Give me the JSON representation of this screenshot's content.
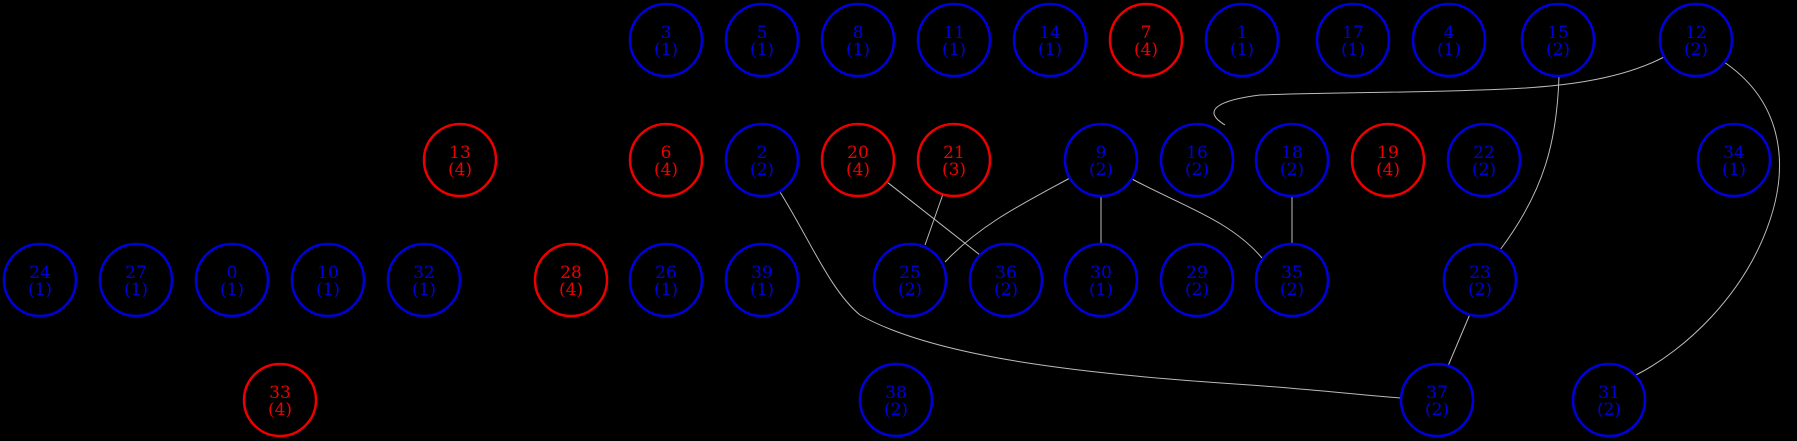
{
  "graph": {
    "nodes": [
      {
        "id": "3",
        "label": "3",
        "count": "(1)",
        "color": "#0000dd"
      },
      {
        "id": "5",
        "label": "5",
        "count": "(1)",
        "color": "#0000dd"
      },
      {
        "id": "8",
        "label": "8",
        "count": "(1)",
        "color": "#0000dd"
      },
      {
        "id": "11",
        "label": "11",
        "count": "(1)",
        "color": "#0000dd"
      },
      {
        "id": "14",
        "label": "14",
        "count": "(1)",
        "color": "#0000dd"
      },
      {
        "id": "7",
        "label": "7",
        "count": "(4)",
        "color": "#ee0000"
      },
      {
        "id": "1",
        "label": "1",
        "count": "(1)",
        "color": "#0000dd"
      },
      {
        "id": "17",
        "label": "17",
        "count": "(1)",
        "color": "#0000dd"
      },
      {
        "id": "4",
        "label": "4",
        "count": "(1)",
        "color": "#0000dd"
      },
      {
        "id": "15",
        "label": "15",
        "count": "(2)",
        "color": "#0000dd"
      },
      {
        "id": "12",
        "label": "12",
        "count": "(2)",
        "color": "#0000dd"
      },
      {
        "id": "13",
        "label": "13",
        "count": "(4)",
        "color": "#ee0000"
      },
      {
        "id": "6",
        "label": "6",
        "count": "(4)",
        "color": "#ee0000"
      },
      {
        "id": "2",
        "label": "2",
        "count": "(2)",
        "color": "#0000dd"
      },
      {
        "id": "20",
        "label": "20",
        "count": "(4)",
        "color": "#ee0000"
      },
      {
        "id": "21",
        "label": "21",
        "count": "(3)",
        "color": "#ee0000"
      },
      {
        "id": "9",
        "label": "9",
        "count": "(2)",
        "color": "#0000dd"
      },
      {
        "id": "16",
        "label": "16",
        "count": "(2)",
        "color": "#0000dd"
      },
      {
        "id": "18",
        "label": "18",
        "count": "(2)",
        "color": "#0000dd"
      },
      {
        "id": "19",
        "label": "19",
        "count": "(4)",
        "color": "#ee0000"
      },
      {
        "id": "22",
        "label": "22",
        "count": "(2)",
        "color": "#0000dd"
      },
      {
        "id": "34",
        "label": "34",
        "count": "(1)",
        "color": "#0000dd"
      },
      {
        "id": "24",
        "label": "24",
        "count": "(1)",
        "color": "#0000dd"
      },
      {
        "id": "27",
        "label": "27",
        "count": "(1)",
        "color": "#0000dd"
      },
      {
        "id": "0",
        "label": "0",
        "count": "(1)",
        "color": "#0000dd"
      },
      {
        "id": "10",
        "label": "10",
        "count": "(1)",
        "color": "#0000dd"
      },
      {
        "id": "32",
        "label": "32",
        "count": "(1)",
        "color": "#0000dd"
      },
      {
        "id": "28",
        "label": "28",
        "count": "(4)",
        "color": "#ee0000"
      },
      {
        "id": "26",
        "label": "26",
        "count": "(1)",
        "color": "#0000dd"
      },
      {
        "id": "39",
        "label": "39",
        "count": "(1)",
        "color": "#0000dd"
      },
      {
        "id": "25",
        "label": "25",
        "count": "(2)",
        "color": "#0000dd"
      },
      {
        "id": "36",
        "label": "36",
        "count": "(2)",
        "color": "#0000dd"
      },
      {
        "id": "30",
        "label": "30",
        "count": "(1)",
        "color": "#0000dd"
      },
      {
        "id": "29",
        "label": "29",
        "count": "(2)",
        "color": "#0000dd"
      },
      {
        "id": "35",
        "label": "35",
        "count": "(2)",
        "color": "#0000dd"
      },
      {
        "id": "23",
        "label": "23",
        "count": "(2)",
        "color": "#0000dd"
      },
      {
        "id": "33",
        "label": "33",
        "count": "(4)",
        "color": "#ee0000"
      },
      {
        "id": "38",
        "label": "38",
        "count": "(2)",
        "color": "#0000dd"
      },
      {
        "id": "37",
        "label": "37",
        "count": "(2)",
        "color": "#0000dd"
      },
      {
        "id": "31",
        "label": "31",
        "count": "(2)",
        "color": "#0000dd"
      }
    ],
    "edges": [
      {
        "from": "12",
        "to": "16"
      },
      {
        "from": "12",
        "to": "31"
      },
      {
        "from": "15",
        "to": "23"
      },
      {
        "from": "23",
        "to": "37"
      },
      {
        "from": "2",
        "to": "37"
      },
      {
        "from": "20",
        "to": "36"
      },
      {
        "from": "21",
        "to": "25"
      },
      {
        "from": "9",
        "to": "25"
      },
      {
        "from": "9",
        "to": "30"
      },
      {
        "from": "9",
        "to": "35"
      },
      {
        "from": "18",
        "to": "35"
      }
    ],
    "edge_color": "#bbbbbb",
    "background": "#000000"
  }
}
